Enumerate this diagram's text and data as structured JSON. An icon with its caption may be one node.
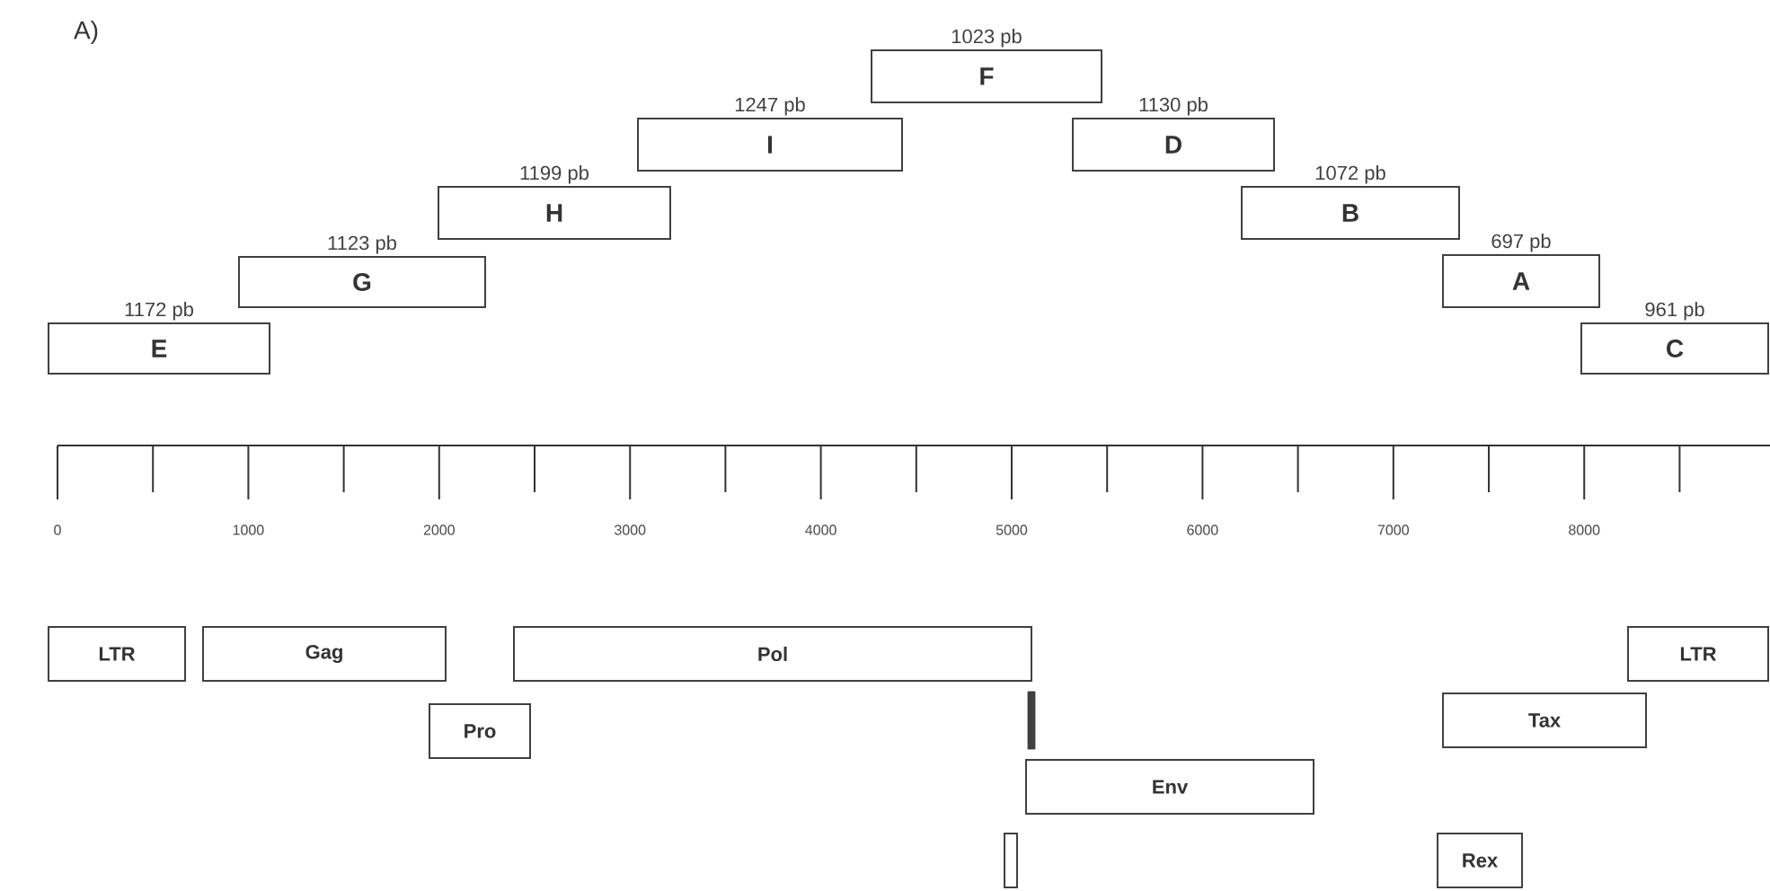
{
  "diagram": {
    "nodes": [
      {
        "text": [
          "E"
        ],
        "beside": [
          "1172 pb"
        ]
      },
      {
        "text": [
          "G"
        ],
        "beside": [
          "1123 pb"
        ]
      },
      {
        "text": [
          "H"
        ],
        "beside": [
          "1199 pb"
        ]
      },
      {
        "text": [
          "I"
        ],
        "beside": [
          "1247 pb"
        ]
      },
      {
        "text": [
          "F"
        ],
        "beside": [
          "1023 pb"
        ]
      },
      {
        "text": [
          "D"
        ],
        "beside": [
          "1130 pb"
        ]
      },
      {
        "text": [
          "B"
        ],
        "beside": [
          "1072 pb"
        ]
      },
      {
        "text": [
          "A"
        ],
        "beside": [
          "697 pb"
        ]
      },
      {
        "text": [
          "C"
        ],
        "beside": [
          "961 pb"
        ]
      },
      {
        "text": [
          "LTR"
        ]
      },
      {
        "text": [
          "Gag"
        ]
      },
      {
        "text": [
          "Pol"
        ]
      },
      {
        "text": [
          "LTR"
        ]
      },
      {
        "text": [
          "Pro"
        ]
      },
      {
        "text": [],
        "shape": "bar"
      },
      {
        "text": [
          "Tax"
        ]
      },
      {
        "text": [
          "Env"
        ]
      },
      {
        "text": [],
        "shape": "box"
      },
      {
        "text": [
          "Rex"
        ]
      }
    ],
    "labels": [
      "A)",
      "0",
      "1000",
      "2000",
      "3000",
      "4000",
      "5000",
      "6000",
      "7000",
      "8000"
    ]
  }
}
